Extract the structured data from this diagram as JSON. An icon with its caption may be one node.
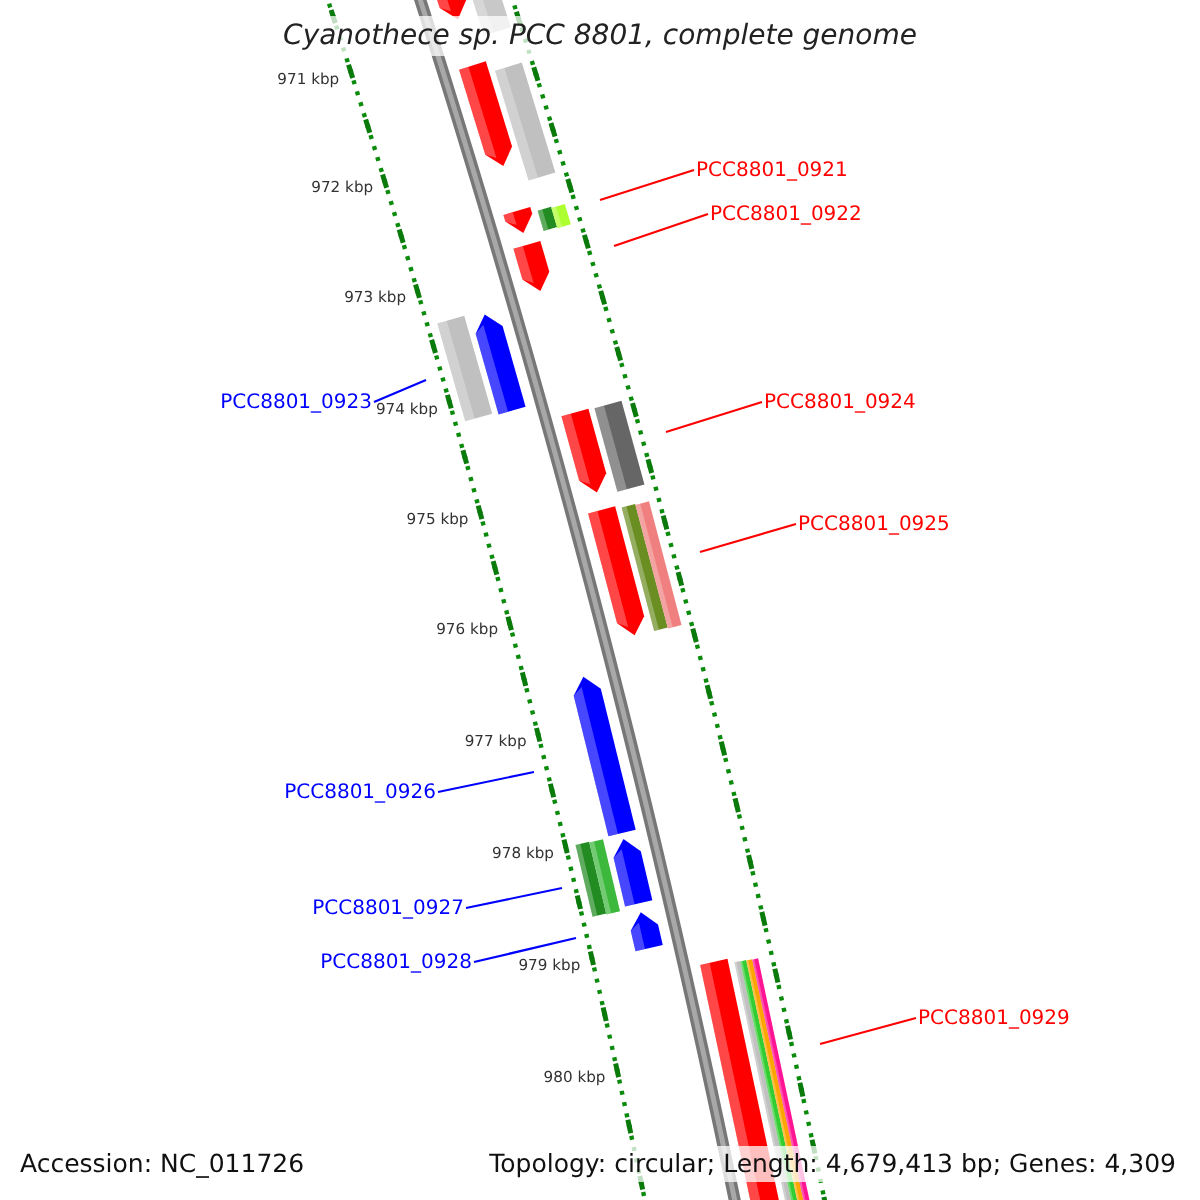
{
  "diagram": {
    "title": "Cyanothece sp. PCC 8801, complete genome",
    "nodes": [
      {
        "text": [
          "PCC8801_0921"
        ]
      },
      {
        "text": [
          "PCC8801_0922"
        ]
      },
      {
        "text": [
          "PCC8801_0923"
        ]
      },
      {
        "text": [
          "PCC8801_0924"
        ]
      },
      {
        "text": [
          "PCC8801_0925"
        ]
      },
      {
        "text": [
          "PCC8801_0926"
        ]
      },
      {
        "text": [
          "PCC8801_0927"
        ]
      },
      {
        "text": [
          "PCC8801_0928"
        ]
      },
      {
        "text": [
          "PCC8801_0929"
        ]
      }
    ],
    "edges": [
      {
        "from": 0,
        "to": null,
        "arrow": "none"
      },
      {
        "from": 1,
        "to": null,
        "arrow": "none"
      },
      {
        "from": 2,
        "to": null,
        "arrow": "none",
        "color": "#0000ff"
      },
      {
        "from": 3,
        "to": null,
        "arrow": "none"
      },
      {
        "from": 4,
        "to": null,
        "arrow": "none"
      },
      {
        "from": 5,
        "to": null,
        "arrow": "none",
        "color": "#0000ff"
      },
      {
        "from": 6,
        "to": null,
        "arrow": "none",
        "color": "#0000ff"
      },
      {
        "from": 7,
        "to": null,
        "arrow": "none",
        "color": "#0000ff"
      },
      {
        "from": 8,
        "to": null,
        "arrow": "none"
      }
    ],
    "labels": [
      "971 kbp",
      "972 kbp",
      "973 kbp",
      "974 kbp",
      "975 kbp",
      "976 kbp",
      "977 kbp",
      "978 kbp",
      "979 kbp",
      "980 kbp",
      "Accession: NC_011726",
      "Topology: circular; Length: 4,679,413 bp; Genes: 4,309"
    ]
  }
}
